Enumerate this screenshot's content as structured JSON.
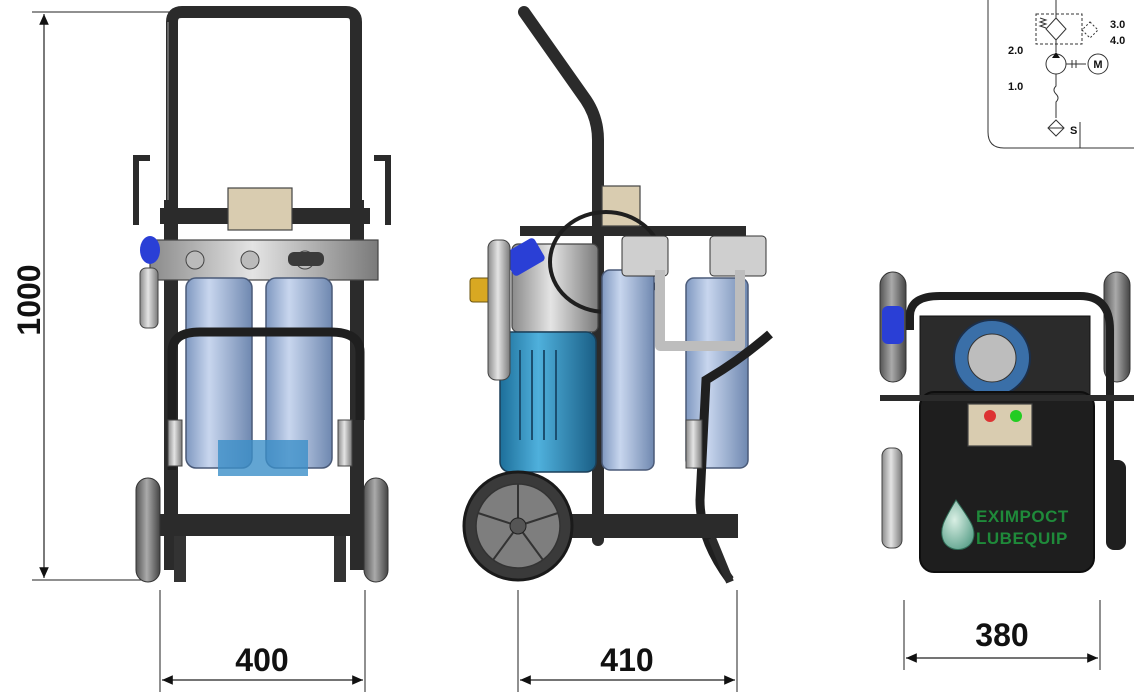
{
  "dimensions": {
    "height": "1000",
    "front_width": "400",
    "side_width": "410",
    "rear_width": "380"
  },
  "schematic": {
    "labels": [
      "3.0",
      "4.0",
      "2.0",
      "1.0"
    ],
    "motor": "M",
    "suction": "S"
  },
  "branding": {
    "line1": "EXIMPOCT",
    "line2": "LUBEQUIP"
  },
  "colors": {
    "frame": "#2b2b2b",
    "filter_blue": "#9fb6d8",
    "motor_blue": "#2f8fbf",
    "tan_box": "#d9ccb0",
    "accent_blue": "#2a3fd6",
    "brass": "#d8a822",
    "green_brand": "#1f8a3a"
  }
}
